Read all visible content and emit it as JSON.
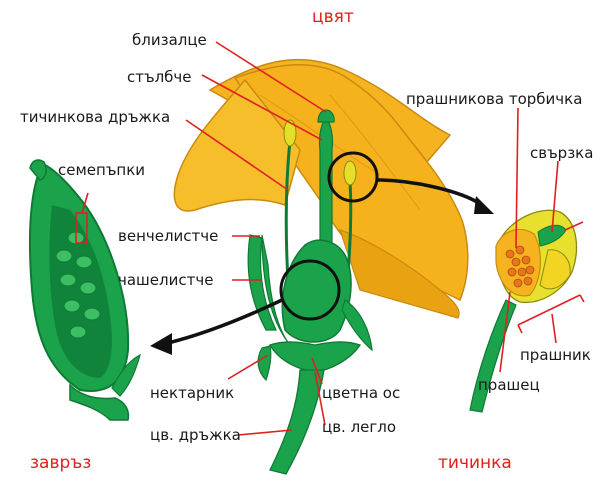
{
  "titles": {
    "flower": "цвят",
    "ovary": "завръз",
    "stamen": "тичинка"
  },
  "labels": {
    "stigma": "близалце",
    "style": "стълбче",
    "filament_top": "тичинкова дръжка",
    "ovules": "семепъпки",
    "petal": "венчелистче",
    "sepal": "чашелистче",
    "nectary": "нектарник",
    "pedicel": "цв. дръжка",
    "axis": "цветна ос",
    "receptacle": "цв. легло",
    "anther_sac": "прашникова торбичка",
    "connective": "свързка",
    "anther": "прашник",
    "filament": "прашец"
  },
  "colors": {
    "petal": "#f5b41f",
    "petal_edge": "#c98a10",
    "green": "#1aa34a",
    "dark_green": "#0e7a35",
    "leader": "#e02020",
    "title": "#e0201c"
  }
}
